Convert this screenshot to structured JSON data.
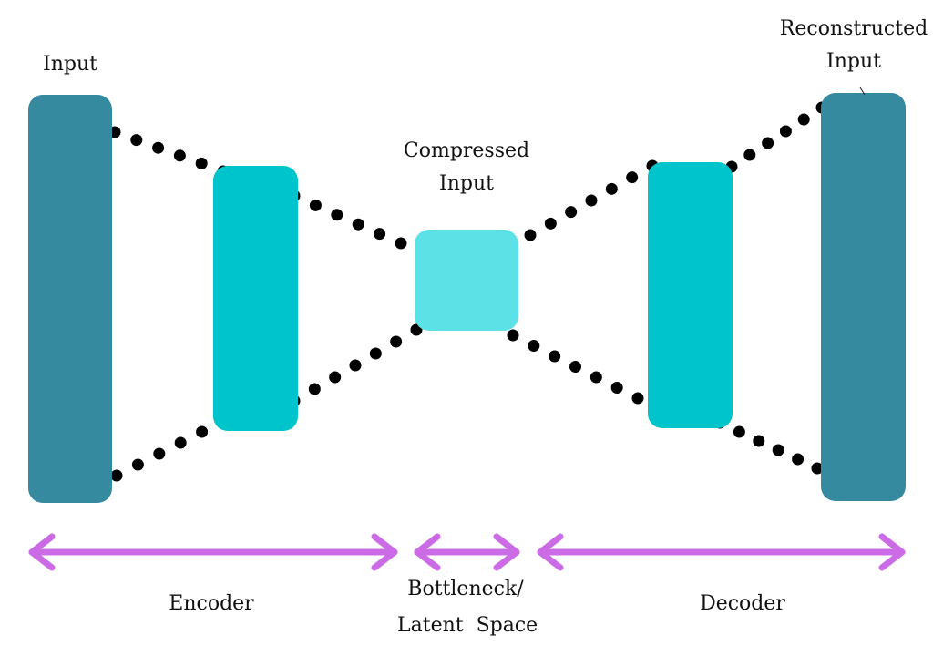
{
  "diagram": {
    "title": "Autoencoder architecture",
    "colors": {
      "outer_block": "#358AA0",
      "mid_block": "#00C4CC",
      "bottleneck_block": "#5CE1E6",
      "dots": "#000000",
      "arrows": "#CB6CE6",
      "text": "#111111",
      "background": "#FFFFFF"
    },
    "blocks": [
      {
        "id": "input",
        "label_lines": [
          "Input"
        ],
        "role": "input-layer"
      },
      {
        "id": "encoder-hidden",
        "label_lines": [],
        "role": "hidden-layer"
      },
      {
        "id": "compressed",
        "label_lines": [
          "Compressed",
          "Input"
        ],
        "role": "bottleneck"
      },
      {
        "id": "decoder-hidden",
        "label_lines": [],
        "role": "hidden-layer"
      },
      {
        "id": "reconstructed",
        "label_lines": [
          "Reconstructed",
          "Input"
        ],
        "role": "output-layer"
      }
    ],
    "connections": [
      {
        "from": "input",
        "to": "encoder-hidden",
        "style": "dotted"
      },
      {
        "from": "encoder-hidden",
        "to": "compressed",
        "style": "dotted"
      },
      {
        "from": "compressed",
        "to": "decoder-hidden",
        "style": "dotted"
      },
      {
        "from": "decoder-hidden",
        "to": "reconstructed",
        "style": "dotted"
      }
    ],
    "sections": [
      {
        "id": "encoder",
        "label_lines": [
          "Encoder"
        ]
      },
      {
        "id": "bottleneck",
        "label_lines": [
          "Bottleneck/",
          "Latent  Space"
        ]
      },
      {
        "id": "decoder",
        "label_lines": [
          "Decoder"
        ]
      }
    ],
    "labels": {
      "input": "Input",
      "compressed_1": "Compressed",
      "compressed_2": "Input",
      "reconstructed_1": "Reconstructed",
      "reconstructed_2": "Input",
      "encoder": "Encoder",
      "bottleneck_1": "Bottleneck/",
      "bottleneck_2": "Latent  Space",
      "decoder": "Decoder"
    }
  }
}
